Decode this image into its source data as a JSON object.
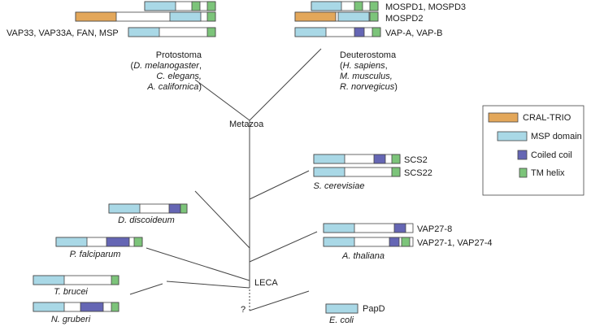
{
  "labels": {
    "metazoa": "Metazoa",
    "leca": "LECA",
    "question": "?"
  },
  "protostoma": {
    "title": "Protostoma",
    "line1_pre": "(",
    "line1_species": "D. melanogaster",
    "line1_post": ",",
    "line2": "C. elegans,",
    "line3_species": "A. californica",
    "line3_post": ")"
  },
  "deuterostoma": {
    "title": "Deuterostoma",
    "line1_pre": "(",
    "line1_species": "H. sapiens",
    "line1_post": ",",
    "line2": "M. musculus,",
    "line3_species": "R. norvegicus",
    "line3_post": ")"
  },
  "proteins": {
    "vap33": "VAP33, VAP33A, FAN, MSP",
    "mospd1": "MOSPD1, MOSPD3",
    "mospd2": "MOSPD2",
    "vapab": "VAP-A, VAP-B",
    "scs2": "SCS2",
    "scs22": "SCS22",
    "vap27_8": "VAP27-8",
    "vap27_1": "VAP27-1, VAP27-4",
    "papd": "PapD"
  },
  "species": {
    "s_cerevisiae": "S. cerevisiae",
    "d_discoideum": "D. discoideum",
    "p_falciparum": "P. falciparum",
    "a_thaliana": "A. thaliana",
    "t_brucei": "T. brucei",
    "n_gruberi": "N. gruberi",
    "e_coli": "E. coli"
  },
  "legend": {
    "items": [
      {
        "label": "CRAL-TRIO",
        "color": "#e3a75a"
      },
      {
        "label": "MSP domain",
        "color": "#a9d8e6"
      },
      {
        "label": "Coiled coil",
        "color": "#6566b4"
      },
      {
        "label": "TM helix",
        "color": "#7cc47a"
      }
    ]
  },
  "colors": {
    "cral": "#e3a75a",
    "msp": "#a9d8e6",
    "coil": "#6566b4",
    "tm": "#7cc47a",
    "line": "#444444"
  }
}
